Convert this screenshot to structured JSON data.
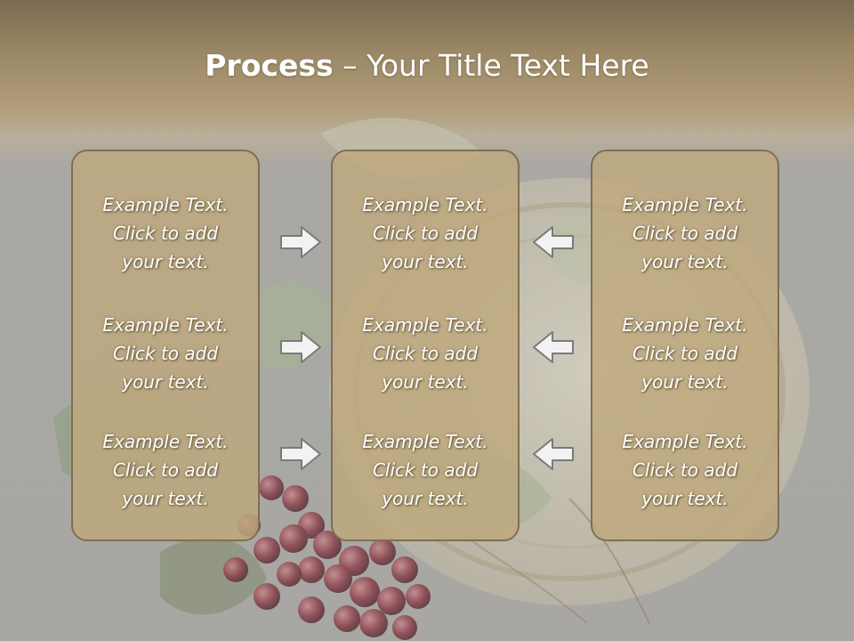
{
  "slide": {
    "title_bold": "Process",
    "title_rest": " – Your Title Text Here"
  },
  "columns": [
    {
      "items": [
        {
          "line1": "Example Text.",
          "line2": "Click  to add",
          "line3": "your text."
        },
        {
          "line1": "Example Text.",
          "line2": "Click  to add",
          "line3": "your text."
        },
        {
          "line1": "Example Text.",
          "line2": "Click  to add",
          "line3": "your text."
        }
      ]
    },
    {
      "items": [
        {
          "line1": "Example Text.",
          "line2": "Click  to add",
          "line3": "your text."
        },
        {
          "line1": "Example Text.",
          "line2": "Click  to add",
          "line3": "your text."
        },
        {
          "line1": "Example Text.",
          "line2": "Click  to add",
          "line3": "your text."
        }
      ]
    },
    {
      "items": [
        {
          "line1": "Example Text.",
          "line2": "Click  to add",
          "line3": "your text."
        },
        {
          "line1": "Example Text.",
          "line2": "Click  to add",
          "line3": "your text."
        },
        {
          "line1": "Example Text.",
          "line2": "Click  to add",
          "line3": "your text."
        }
      ]
    }
  ],
  "colors": {
    "box_fill": "#bea87d",
    "box_border": "#7f6f53",
    "arrow_fill": "#f2f2f2",
    "arrow_stroke": "#7a7a7a",
    "title_text": "#ffffff"
  }
}
